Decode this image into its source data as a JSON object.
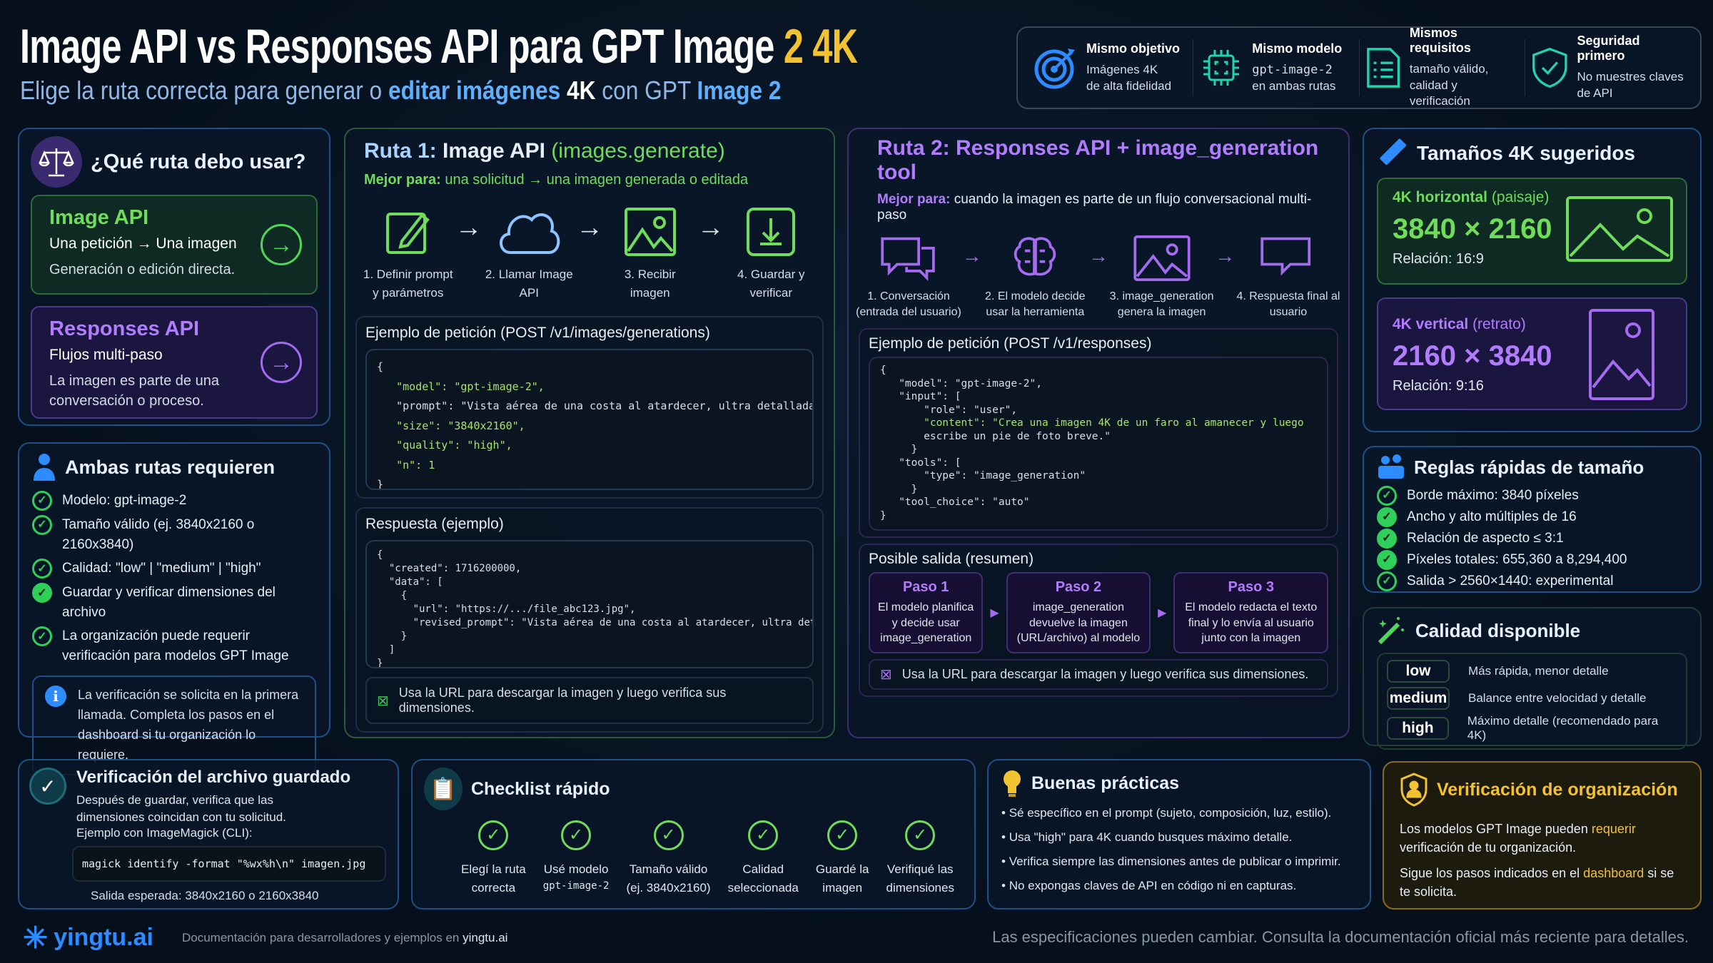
{
  "header": {
    "title_main": "Image API vs Responses API para GPT Image ",
    "title_accent": "2 4K",
    "subtitle_parts": [
      "Elige la ruta correcta para generar o ",
      "editar imágenes ",
      "4K",
      " con GPT ",
      "Image 2"
    ]
  },
  "highlights": [
    {
      "icon": "target-icon",
      "title": "Mismo objetivo",
      "text": [
        "Imágenes 4K",
        "de alta fidelidad"
      ]
    },
    {
      "icon": "chip-icon",
      "title": "Mismo modelo",
      "text": [
        "gpt-image-2",
        "en ambas rutas"
      ]
    },
    {
      "icon": "document-list-icon",
      "title": "Mismos requisitos",
      "text": [
        "tamaño válido,",
        "calidad y verificación"
      ]
    },
    {
      "icon": "shield-check-icon",
      "title": "Seguridad primero",
      "text": [
        "No muestres claves",
        "de API"
      ]
    }
  ],
  "which_route": {
    "title": "¿Qué ruta debo usar?",
    "image_api": {
      "title": "Image API",
      "line1": "Una petición → Una imagen",
      "line2": "Generación o edición directa."
    },
    "responses_api": {
      "title": "Responses API",
      "line1": "Flujos multi-paso",
      "line2": "La imagen es parte de una conversación o proceso."
    }
  },
  "both_require": {
    "title": "Ambas rutas requieren",
    "items": [
      "Modelo: gpt-image-2",
      "Tamaño válido (ej. 3840x2160 o 2160x3840)",
      "Calidad: \"low\" | \"medium\" | \"high\"",
      "Guardar y verificar dimensiones del archivo",
      "La organización puede requerir verificación para modelos GPT Image"
    ],
    "info": "La verificación se solicita en la primera llamada.  Completa los pasos en el dashboard si tu organización lo requiere."
  },
  "route1": {
    "title_a": "Ruta 1: ",
    "title_b": "Image API ",
    "title_c": "(images.generate)",
    "best_label": "Mejor para:",
    "best_text": " una solicitud → una imagen generada o editada",
    "steps": [
      "1. Definir prompt y parámetros",
      "2. Llamar Image API",
      "3. Recibir imagen",
      "4. Guardar y verificar"
    ],
    "request_title": "Ejemplo de petición (POST /v1/images/generations)",
    "request_code": [
      "{",
      "   \"model\": \"gpt-image-2\",",
      "   \"prompt\": \"Vista aérea de una costa al atardecer, ultra detallada.\",",
      "   \"size\": \"3840x2160\",",
      "   \"quality\": \"high\",",
      "   \"n\": 1",
      "}"
    ],
    "response_title": "Respuesta (ejemplo)",
    "response_code": [
      "{",
      "  \"created\": 1716200000,",
      "  \"data\": [",
      "    {",
      "      \"url\": \"https://.../file_abc123.jpg\",",
      "      \"revised_prompt\": \"Vista aérea de una costa al atardecer, ultra detallada.\"",
      "    }",
      "  ]",
      "}"
    ],
    "note": "Usa la URL para descargar la imagen y luego verifica sus dimensiones."
  },
  "route2": {
    "title": "Ruta 2: Responses API + image_generation tool",
    "best_label": "Mejor para:",
    "best_text": " cuando la imagen es parte de un flujo conversacional multi-paso",
    "steps": [
      "1. Conversación (entrada del usuario)",
      "2. El modelo decide usar la herramienta",
      "3. image_generation genera la imagen",
      "4. Respuesta final al usuario"
    ],
    "request_title": "Ejemplo de petición (POST /v1/responses)",
    "request_code": [
      "{",
      "   \"model\": \"gpt-image-2\",",
      "   \"input\": [",
      "       \"role\": \"user\",",
      "       \"content\": \"Crea una imagen 4K de un faro al amanecer y luego",
      "       escribe un pie de foto breve.\"",
      "     }",
      "   \"tools\": [",
      "       \"type\": \"image_generation\"",
      "     }",
      "   \"tool_choice\": \"auto\"",
      "}"
    ],
    "output_title": "Posible salida (resumen)",
    "pasos": [
      {
        "title": "Paso 1",
        "text": "El modelo planifica y decide usar image_generation"
      },
      {
        "title": "Paso 2",
        "text": "image_generation devuelve la imagen (URL/archivo) al modelo"
      },
      {
        "title": "Paso 3",
        "text": "El modelo redacta el texto final y lo envía al usuario junto con la imagen"
      }
    ],
    "note": "Usa la URL para descargar la imagen y luego verifica sus dimensiones."
  },
  "sizes": {
    "title": "Tamaños 4K sugeridos",
    "horizontal": {
      "label": "4K horizontal",
      "sub": " (paisaje)",
      "value": "3840 × 2160",
      "ratio": "Relación: 16:9"
    },
    "vertical": {
      "label": "4K vertical",
      "sub": " (retrato)",
      "value": "2160 × 3840",
      "ratio": "Relación: 9:16"
    }
  },
  "rules": {
    "title": "Reglas rápidas de tamaño",
    "items": [
      "Borde máximo: 3840 píxeles",
      "Ancho y alto múltiples de 16",
      "Relación de aspecto ≤ 3:1",
      "Píxeles totales: 655,360 a 8,294,400",
      "Salida > 2560×1440: experimental"
    ]
  },
  "quality": {
    "title": "Calidad disponible",
    "rows": [
      {
        "level": "low",
        "desc": "Más rápida, menor detalle"
      },
      {
        "level": "medium",
        "desc": "Balance entre velocidad y detalle"
      },
      {
        "level": "high",
        "desc": "Máximo detalle (recomendado para 4K)"
      }
    ]
  },
  "file_check": {
    "title": "Verificación del archivo guardado",
    "text": "Después de guardar, verifica que las dimensiones coincidan con tu solicitud.",
    "example_label": "Ejemplo con ImageMagick (CLI):",
    "command": "magick identify -format \"%wx%h\\n\" imagen.jpg",
    "expected": "Salida esperada: 3840x2160 o 2160x3840"
  },
  "checklist": {
    "title": "Checklist rápido",
    "items": [
      {
        "l1": "Elegí la ruta",
        "l2": "correcta"
      },
      {
        "l1": "Usé modelo",
        "l2": "gpt-image-2"
      },
      {
        "l1": "Tamaño válido",
        "l2": "(ej. 3840x2160)"
      },
      {
        "l1": "Calidad",
        "l2": "seleccionada"
      },
      {
        "l1": "Guardé la",
        "l2": "imagen"
      },
      {
        "l1": "Verifiqué las",
        "l2": "dimensiones"
      }
    ]
  },
  "practices": {
    "title": "Buenas prácticas",
    "items": [
      "Sé específico en el prompt (sujeto, composición, luz, estilo).",
      "Usa \"high\" para 4K cuando busques máximo detalle.",
      "Verifica siempre las dimensiones antes de publicar o imprimir.",
      "No expongas claves de API en código ni en capturas."
    ]
  },
  "org": {
    "title": "Verificación de organización",
    "p1a": "Los modelos GPT Image pueden ",
    "p1b": "requerir",
    "p1c": " verificación de tu organización.",
    "p2a": "Sigue los pasos indicados en el ",
    "p2b": "dashboard",
    "p2c": " si se te solicita."
  },
  "footer": {
    "logo": "yingtu.ai",
    "doc_text": "Documentación para desarrolladores y ejemplos en ",
    "doc_link": "yingtu.ai",
    "disclaimer": "Las especificaciones pueden cambiar. Consulta la documentación oficial más reciente para detalles."
  },
  "colors": {
    "green": "#6fdc5a",
    "purple": "#b27cff",
    "blue": "#5fb0ff",
    "gold": "#f2c230",
    "background": "#07111f"
  }
}
